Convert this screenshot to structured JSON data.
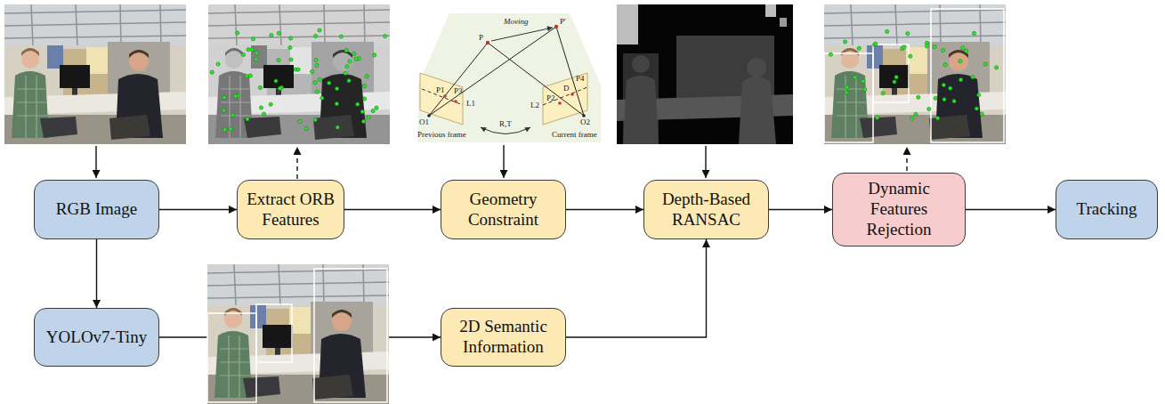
{
  "diagram": {
    "nodes": [
      {
        "text": [
          "RGB Image"
        ]
      },
      {
        "text": [
          "Extract ORB Features"
        ]
      },
      {
        "text": [
          "Geometry Constraint"
        ]
      },
      {
        "text": [
          "Depth-Based RANSAC"
        ]
      },
      {
        "text": [
          "Dynamic Features Rejection"
        ]
      },
      {
        "text": [
          "Tracking"
        ]
      },
      {
        "text": [
          "YOLOv7-Tiny"
        ]
      },
      {
        "text": [
          "2D Semantic Information"
        ]
      }
    ],
    "edges": [
      {
        "from": 0,
        "to": 1,
        "arrow": "to"
      },
      {
        "from": 1,
        "to": 2,
        "arrow": "to"
      },
      {
        "from": 2,
        "to": 3,
        "arrow": "to"
      },
      {
        "from": 3,
        "to": 4,
        "arrow": "to"
      },
      {
        "from": 4,
        "to": 5,
        "arrow": "to"
      },
      {
        "from": 0,
        "to": 6,
        "arrow": "to"
      },
      {
        "from": 6,
        "to": 7,
        "arrow": "to"
      },
      {
        "from": 7,
        "to": 3,
        "arrow": "to"
      }
    ],
    "labels": [
      "Moving",
      "P",
      "P'",
      "P1",
      "P3",
      "L1",
      "O1",
      "Previous frame",
      "R,T",
      "L2",
      "P2",
      "D",
      "P4",
      "O2",
      "Current frame"
    ]
  }
}
